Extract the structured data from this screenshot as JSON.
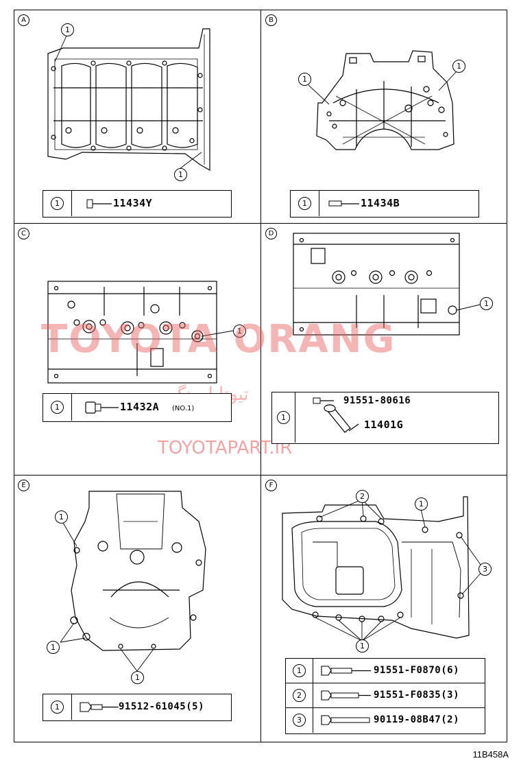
{
  "figure_code": "11B458A",
  "watermarks": {
    "brand": "TOYOTA ORANG",
    "arabic": "تيوتا اورنگ",
    "site": "TOYOTAPART.IR"
  },
  "panels": [
    {
      "id": "A",
      "callouts": [
        "1",
        "1"
      ],
      "rows": [
        {
          "index": "1",
          "part": "11434Y",
          "note": ""
        }
      ]
    },
    {
      "id": "B",
      "callouts": [
        "1",
        "1"
      ],
      "rows": [
        {
          "index": "1",
          "part": "11434B",
          "note": ""
        }
      ]
    },
    {
      "id": "C",
      "callouts": [
        "1"
      ],
      "rows": [
        {
          "index": "1",
          "part": "11432A",
          "note": "(NO.1)"
        }
      ]
    },
    {
      "id": "D",
      "callouts": [
        "1"
      ],
      "rows": [
        {
          "index": "1",
          "part": "91551-80616",
          "part2": "11401G",
          "note": ""
        }
      ]
    },
    {
      "id": "E",
      "callouts": [
        "1",
        "1",
        "1"
      ],
      "rows": [
        {
          "index": "1",
          "part": "91512-61045(5)",
          "note": ""
        }
      ]
    },
    {
      "id": "F",
      "callouts": [
        "2",
        "1",
        "3",
        "1"
      ],
      "rows": [
        {
          "index": "1",
          "part": "91551-F0870(6)"
        },
        {
          "index": "2",
          "part": "91551-F0835(3)"
        },
        {
          "index": "3",
          "part": "90119-08B47(2)"
        }
      ]
    }
  ]
}
